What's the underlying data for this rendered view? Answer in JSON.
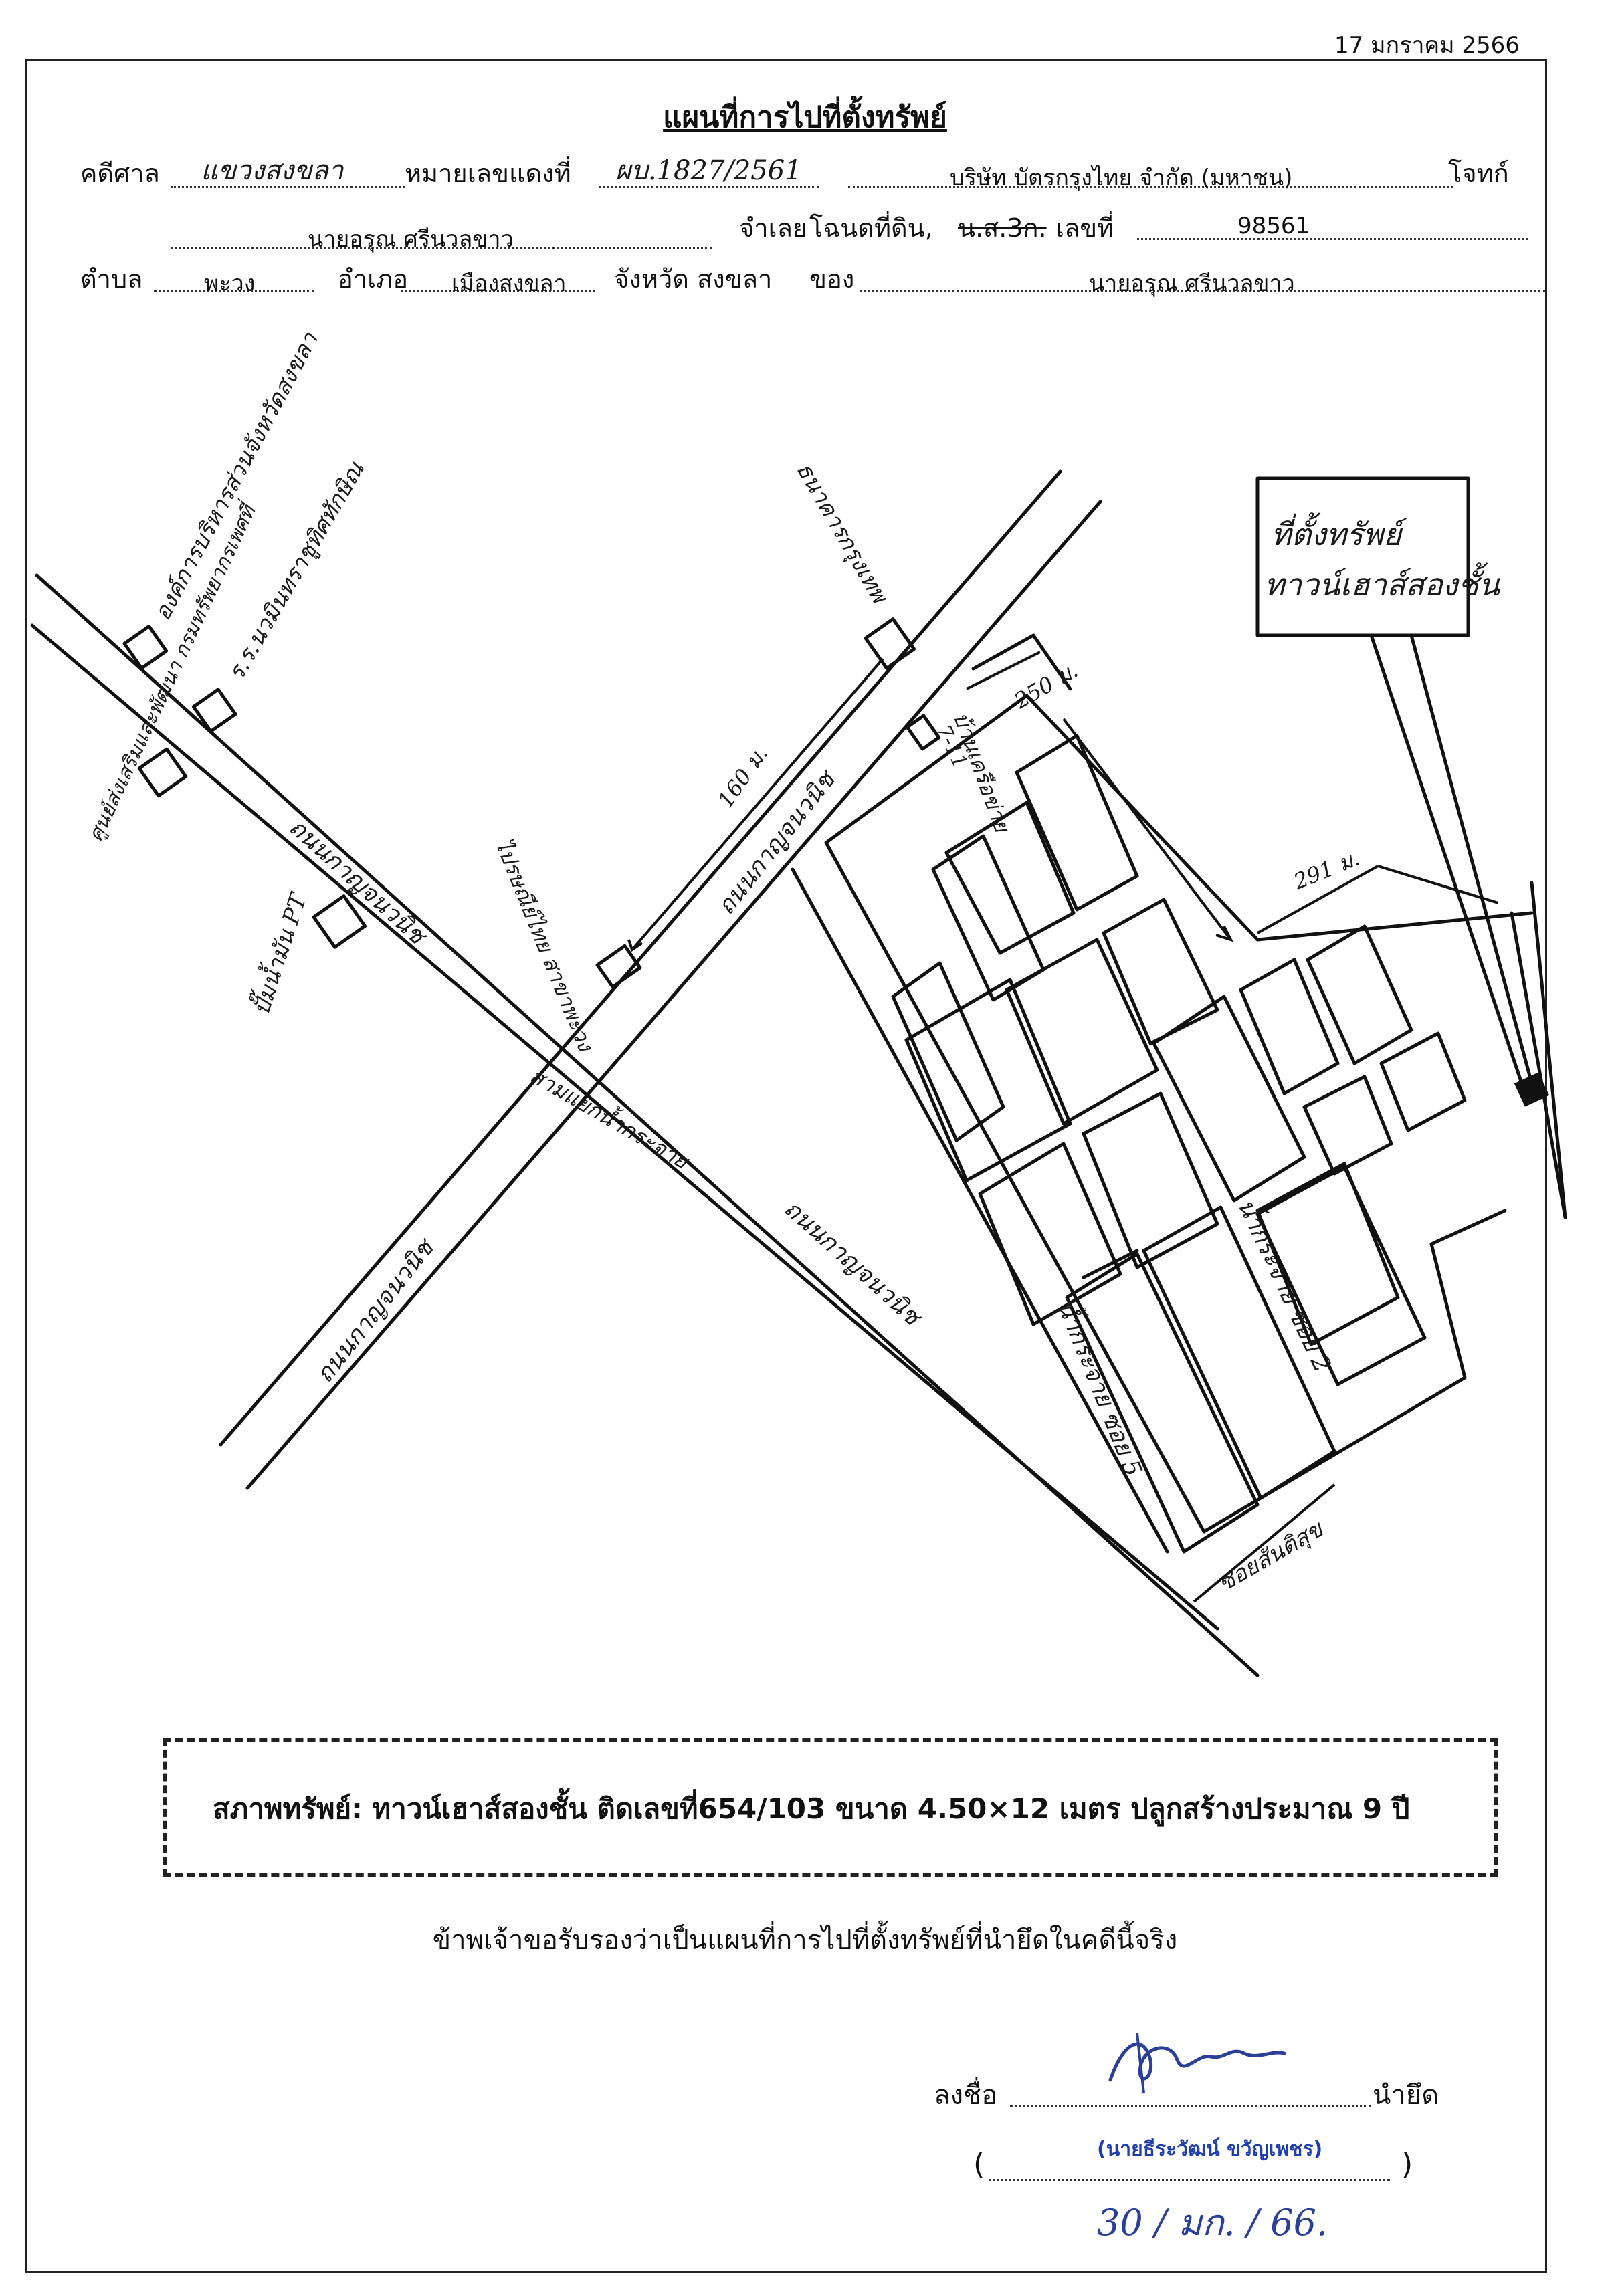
{
  "document": {
    "date": "17  มกราคม  2566",
    "title": "แผนที่การไปที่ตั้งทรัพย์"
  },
  "header": {
    "court_label": "คดีศาล",
    "court_value": "แขวงสงขลา",
    "red_case_label": "หมายเลขแดงที่",
    "red_case_value": "ผบ.1827/2561",
    "plaintiff_name": "บริษัท บัตรกรุงไทย จำกัด (มหาชน)",
    "plaintiff_label": "โจทก์",
    "defendant_name": "นายอรุณ ศรีนวลขาว",
    "defendant_label": "จำเลย",
    "title_deed_label": "โฉนดที่ดิน,",
    "title_deed_struck": "น.ส.3ก.",
    "number_label": "เลขที่",
    "number_value": "98561",
    "subdistrict_label": "ตำบล",
    "subdistrict_value": "พะวง",
    "district_label": "อำเภอ",
    "district_value": "เมืองสงขลา",
    "province_label": "จังหวัด สงขลา",
    "owner_label": "ของ",
    "owner_value": "นายอรุณ ศรีนวลขาว"
  },
  "map": {
    "property_label_line1": "ที่ตั้งทรัพย์",
    "property_label_line2": "ทาวน์เฮาส์สองชั้น",
    "landmark_org": "องค์การบริหารส่วนจังหวัดสงขลา",
    "landmark_hospital": "ร.ร.นวมินทราชูทิศทักษิณ",
    "landmark_promotion": "ศูนย์ส่งเสริมและพัฒนา กรมทรัพยากรเพศที่",
    "landmark_gas": "ปั๊มน้ำมัน PT",
    "landmark_bank": "ธนาคารกรุงเทพ",
    "landmark_post": "ไปรษณีย์ไทย สาขาพะวง",
    "landmark_711": "7-11",
    "landmark_house": "บ้านเครือข่าย",
    "road_main_upper": "ถนนกาญจนวนิช",
    "road_main_lower": "ถนนกาญจนวนิช",
    "road_cross_upper": "ถนนกาญจนวนิช",
    "road_cross_lower": "ถนนกาญจนวนิช",
    "junction": "สามแยกน้ำกระจาย",
    "soi_main": "น้ำกระจาย ซอย 5",
    "soi_branch": "น้ำกระจาย ซอย 2",
    "soi_alt": "ซอยสันติสุข",
    "dist_160": "160 ม.",
    "dist_250": "250 ม.",
    "dist_291": "291 ม."
  },
  "status": {
    "text": "สภาพทรัพย์: ทาวน์เฮาส์สองชั้น ติดเลขที่654/103 ขนาด 4.50×12 เมตร ปลูกสร้างประมาณ 9 ปี"
  },
  "certification": {
    "statement": "ข้าพเจ้าขอรับรองว่าเป็นแผนที่การไปที่ตั้งทรัพย์ที่นำยึดในคดีนี้จริง",
    "sign_label": "ลงชื่อ",
    "role": "นำยึด",
    "signer_name": "(นายธีระวัฒน์ ขวัญเพชร)",
    "signature_date": "30 / มก. / 66."
  }
}
